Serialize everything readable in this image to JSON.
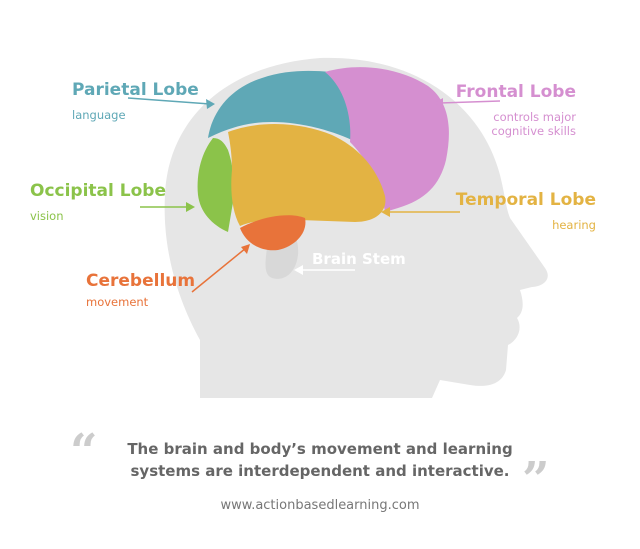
{
  "colors": {
    "parietal": "#5fa8b6",
    "frontal": "#d58fd0",
    "occipital": "#8bc34a",
    "temporal": "#e3b343",
    "cerebellum": "#e8733a",
    "head": "#e6e6e6",
    "brainstem_label": "#ffffff",
    "quote": "#666666",
    "quote_marks": "#cccccc",
    "site": "#777777"
  },
  "labels": {
    "parietal": {
      "title": "Parietal Lobe",
      "sub": [
        "language"
      ]
    },
    "frontal": {
      "title": "Frontal Lobe",
      "sub": [
        "controls major",
        "cognitive skills"
      ]
    },
    "occipital": {
      "title": "Occipital Lobe",
      "sub": [
        "vision"
      ]
    },
    "temporal": {
      "title": "Temporal Lobe",
      "sub": [
        "hearing"
      ]
    },
    "cerebellum": {
      "title": "Cerebellum",
      "sub": [
        "movement"
      ]
    },
    "brainstem": {
      "title": "Brain Stem"
    }
  },
  "quote": {
    "open_mark": "“",
    "close_mark": "”",
    "lines": [
      "The brain and body’s movement and learning",
      "systems are interdependent and interactive."
    ]
  },
  "website": "www.actionbasedlearning.com"
}
